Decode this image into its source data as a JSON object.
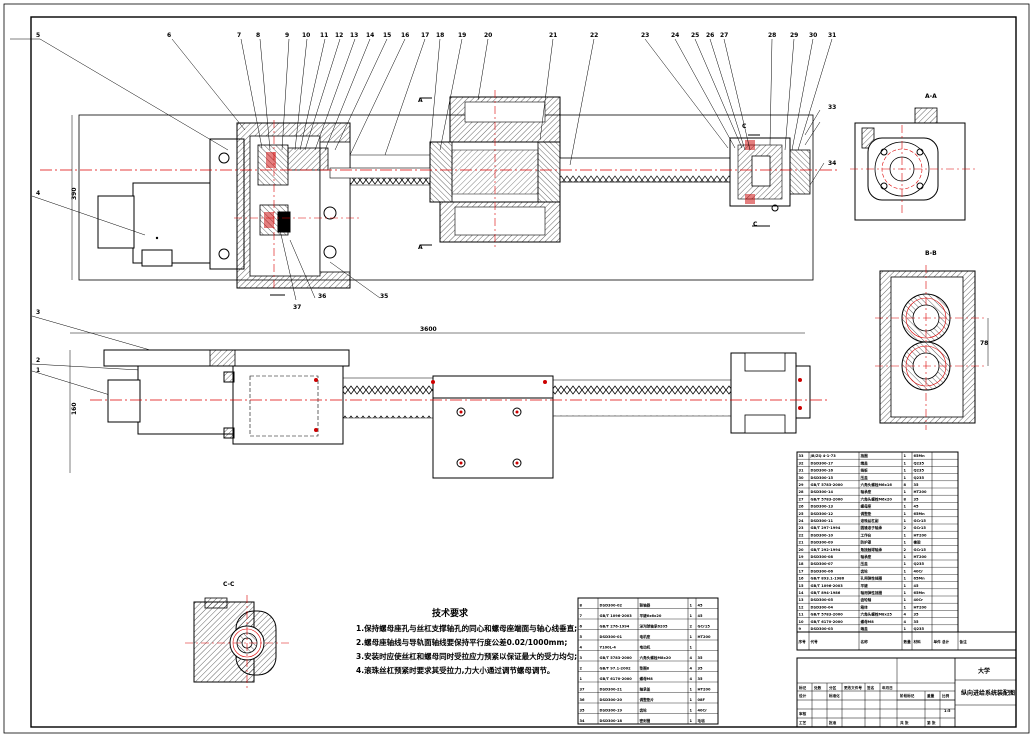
{
  "callouts_top": [
    "5",
    "6",
    "7",
    "8",
    "9",
    "10",
    "11",
    "12",
    "13",
    "14",
    "15",
    "16",
    "17",
    "18",
    "19",
    "20",
    "21",
    "22",
    "23",
    "24",
    "25",
    "26",
    "27",
    "28",
    "29",
    "30",
    "31"
  ],
  "callouts_left": [
    "4",
    "3",
    "2",
    "1"
  ],
  "callouts_bottom": [
    "37",
    "36",
    "35"
  ],
  "callouts_right": [
    "33",
    "34"
  ],
  "section_markers": {
    "a": "A",
    "a_top": "A",
    "c_top": "C",
    "c_bottom": "C"
  },
  "section_titles": {
    "aa": "A-A",
    "bb": "B-B",
    "cc": "C-C"
  },
  "dimensions": {
    "overall": "3600",
    "height_top": "390",
    "height_front": "160",
    "bb_dim": "78"
  },
  "tech_requirements": {
    "title": "技术要求",
    "lines": [
      "1.保持螺母座孔与丝杠支撑轴孔的同心和螺母座端面与轴心线垂直;",
      "2.螺母座轴线与导轨面轴线要保持平行度公差0.02/1000mm;",
      "3.安装时应使丝杠和螺母同时受拉应力预紧以保证最大的受力均匀;",
      "4.滚珠丝杠预紧时要求其受拉力,力大小通过调节螺母调节。"
    ]
  },
  "bom_right": [
    [
      "33",
      "JB/ZQ 4-1-73",
      "挡圈",
      "1",
      "65Mn"
    ],
    [
      "32",
      "DSD300-17",
      "端盖",
      "1",
      "Q235"
    ],
    [
      "31",
      "DSD300-16",
      "挡板",
      "1",
      "Q235"
    ],
    [
      "30",
      "DSD300-15",
      "压盖",
      "1",
      "Q235"
    ],
    [
      "29",
      "GB/T 5783-2000",
      "六角头螺栓M6x16",
      "8",
      "35"
    ],
    [
      "28",
      "DSD300-14",
      "轴承座",
      "1",
      "HT200"
    ],
    [
      "27",
      "GB/T 5783-2000",
      "六角头螺栓M6x20",
      "8",
      "35"
    ],
    [
      "26",
      "DSD300-13",
      "螺母座",
      "1",
      "45"
    ],
    [
      "25",
      "DSD300-12",
      "调整垫",
      "1",
      "65Mn"
    ],
    [
      "24",
      "DSD300-11",
      "滚珠丝杠副",
      "1",
      "GCr15"
    ],
    [
      "23",
      "GB/T 297-1994",
      "圆锥滚子轴承",
      "2",
      "GCr15"
    ],
    [
      "22",
      "DSD300-10",
      "工作台",
      "1",
      "HT200"
    ],
    [
      "21",
      "DSD300-09",
      "防护罩",
      "1",
      "橡胶"
    ],
    [
      "20",
      "GB/T 292-1994",
      "角接触球轴承",
      "2",
      "GCr15"
    ],
    [
      "19",
      "DSD300-08",
      "轴承座",
      "1",
      "HT200"
    ],
    [
      "18",
      "DSD300-07",
      "压盖",
      "1",
      "Q235"
    ],
    [
      "17",
      "DSD300-06",
      "齿轮",
      "1",
      "40Cr"
    ],
    [
      "16",
      "GB/T 893.1-1986",
      "孔用弹性挡圈",
      "1",
      "65Mn"
    ],
    [
      "15",
      "GB/T 1096-2003",
      "平键",
      "1",
      "45"
    ],
    [
      "14",
      "GB/T 894-1986",
      "轴用弹性挡圈",
      "1",
      "65Mn"
    ],
    [
      "13",
      "DSD300-05",
      "齿轮轴",
      "1",
      "40Cr"
    ],
    [
      "12",
      "DSD300-04",
      "箱体",
      "1",
      "HT200"
    ],
    [
      "11",
      "GB/T 5783-2000",
      "六角头螺栓M8x25",
      "4",
      "35"
    ],
    [
      "10",
      "GB/T 6170-2000",
      "螺母M8",
      "4",
      "35"
    ],
    [
      "9",
      "DSD300-03",
      "端盖",
      "1",
      "Q235"
    ]
  ],
  "bom_left": [
    [
      "8",
      "DSD300-02",
      "联轴器",
      "1",
      "45"
    ],
    [
      "7",
      "GB/T 1096-2003",
      "平键6x6x20",
      "1",
      "45"
    ],
    [
      "6",
      "GB/T 276-1994",
      "深沟球轴承6205",
      "2",
      "GCr15"
    ],
    [
      "5",
      "DSD300-01",
      "电机座",
      "1",
      "HT200"
    ],
    [
      "4",
      "Y100L-4",
      "电动机",
      "1",
      ""
    ],
    [
      "3",
      "GB/T 5783-2000",
      "六角头螺栓M8x20",
      "4",
      "35"
    ],
    [
      "2",
      "GB/T 97.1-2002",
      "垫圈8",
      "4",
      "35"
    ],
    [
      "1",
      "GB/T 6170-2000",
      "螺母M8",
      "4",
      "35"
    ],
    [
      "37",
      "DSD300-21",
      "轴承盖",
      "1",
      "HT200"
    ],
    [
      "36",
      "DSD300-20",
      "调整垫片",
      "1",
      "08F"
    ],
    [
      "35",
      "DSD300-19",
      "齿轮",
      "1",
      "40Cr"
    ],
    [
      "34",
      "DSD300-18",
      "密封圈",
      "1",
      "毛毡"
    ]
  ],
  "bom_header": [
    "序号",
    "代号",
    "名称",
    "数量",
    "材料",
    "单件 总计",
    "备注"
  ],
  "title_block": {
    "org": "大学",
    "drawing_title": "纵向进给系统装配图",
    "scale": "1:5",
    "labels": [
      "标记",
      "处数",
      "分区",
      "更改文件号",
      "签名",
      "年月日",
      "设计",
      "标准化",
      "审核",
      "工艺",
      "批准",
      "阶段标记",
      "重量",
      "比例",
      "共 张",
      "第 张"
    ]
  }
}
